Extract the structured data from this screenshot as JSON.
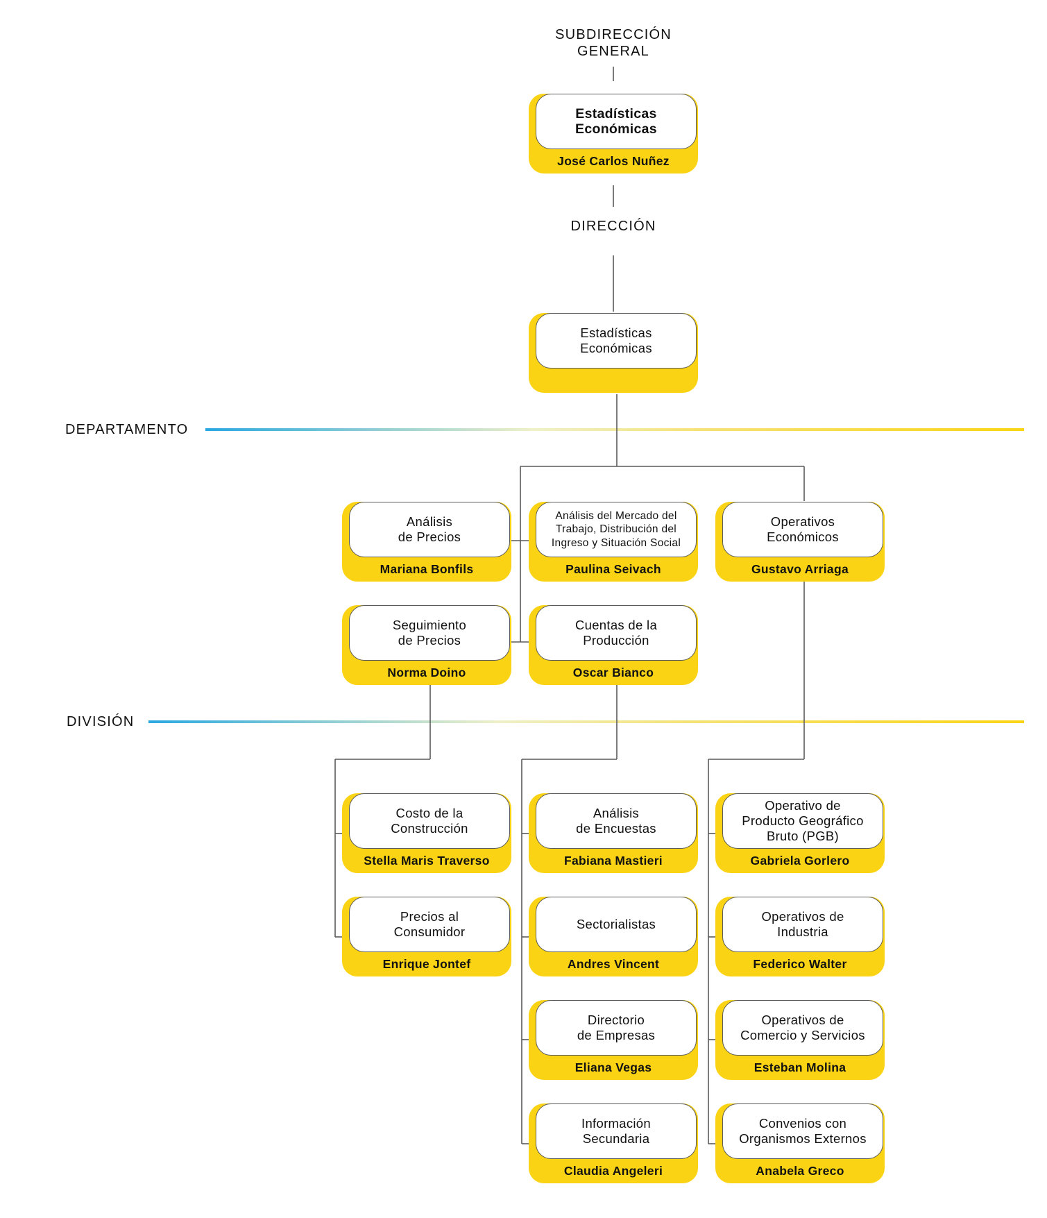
{
  "colors": {
    "accent": "#FAD414",
    "line": "#5a5a5a",
    "band_start": "#29A8E0",
    "band_end": "#FAD414"
  },
  "levels": {
    "subdireccion": "SUBDIRECCIÓN\nGENERAL",
    "direccion": "DIRECCIÓN",
    "departamento": "DEPARTAMENTO",
    "division": "DIVISIÓN"
  },
  "nodes": {
    "sub": {
      "title": "Estadísticas\nEconómicas",
      "name": "José Carlos Nuñez"
    },
    "dir": {
      "title": "Estadísticas\nEconómicas",
      "name": ""
    },
    "analisis_precios": {
      "title": "Análisis\nde Precios",
      "name": "Mariana Bonfils"
    },
    "mercado_trabajo": {
      "title": "Análisis del Mercado del\nTrabajo, Distribución del\nIngreso y Situación Social",
      "name": "Paulina Seivach"
    },
    "operativos_economicos": {
      "title": "Operativos\nEconómicos",
      "name": "Gustavo Arriaga"
    },
    "seguimiento_precios": {
      "title": "Seguimiento\nde Precios",
      "name": "Norma Doino"
    },
    "cuentas_produccion": {
      "title": "Cuentas de la\nProducción",
      "name": "Oscar Bianco"
    },
    "costo_construccion": {
      "title": "Costo de la\nConstrucción",
      "name": "Stella Maris Traverso"
    },
    "precios_consumidor": {
      "title": "Precios al\nConsumidor",
      "name": "Enrique Jontef"
    },
    "analisis_encuestas": {
      "title": "Análisis\nde Encuestas",
      "name": "Fabiana Mastieri"
    },
    "sectorialistas": {
      "title": "Sectorialistas",
      "name": "Andres Vincent"
    },
    "directorio_empresas": {
      "title": "Directorio\nde Empresas",
      "name": "Eliana Vegas"
    },
    "informacion_secundaria": {
      "title": "Información\nSecundaria",
      "name": "Claudia Angeleri"
    },
    "operativo_pgb": {
      "title": "Operativo de\nProducto Geográfico\nBruto (PGB)",
      "name": "Gabriela Gorlero"
    },
    "operativos_industria": {
      "title": "Operativos de\nIndustria",
      "name": "Federico Walter"
    },
    "operativos_comercio": {
      "title": "Operativos de\nComercio y Servicios",
      "name": "Esteban Molina"
    },
    "convenios": {
      "title": "Convenios con\nOrganismos Externos",
      "name": "Anabela Greco"
    }
  }
}
